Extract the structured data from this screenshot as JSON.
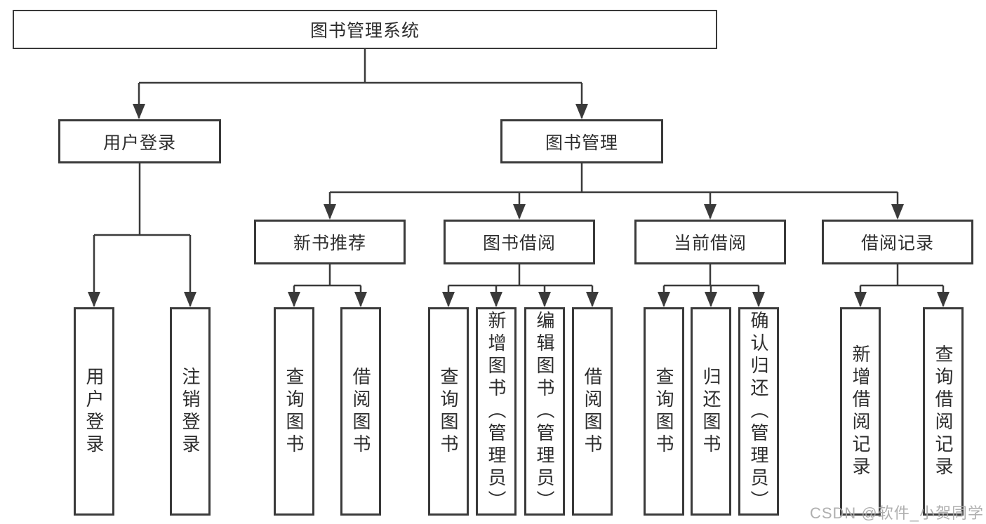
{
  "colors": {
    "line": "#3a3a3a",
    "text": "#2d2d2d",
    "box_background": "#ffffff",
    "watermark": "#a9a9a9"
  },
  "tree": {
    "root": {
      "label": "图书管理系统"
    },
    "branches": [
      {
        "label": "用户登录",
        "children": [
          {
            "label": "用户登录"
          },
          {
            "label": "注销登录"
          }
        ]
      },
      {
        "label": "图书管理",
        "groups": [
          {
            "label": "新书推荐",
            "children": [
              {
                "label": "查询图书"
              },
              {
                "label": "借阅图书"
              }
            ]
          },
          {
            "label": "图书借阅",
            "children": [
              {
                "label": "查询图书"
              },
              {
                "label": "新增图书（管理员）"
              },
              {
                "label": "编辑图书（管理员）"
              },
              {
                "label": "借阅图书"
              }
            ]
          },
          {
            "label": "当前借阅",
            "children": [
              {
                "label": "查询图书"
              },
              {
                "label": "归还图书"
              },
              {
                "label": "确认归还（管理员）"
              }
            ]
          },
          {
            "label": "借阅记录",
            "children": [
              {
                "label": "新增借阅记录"
              },
              {
                "label": "查询借阅记录"
              }
            ]
          }
        ]
      }
    ]
  },
  "watermark": {
    "text": "CSDN @软件_小贺同学"
  }
}
